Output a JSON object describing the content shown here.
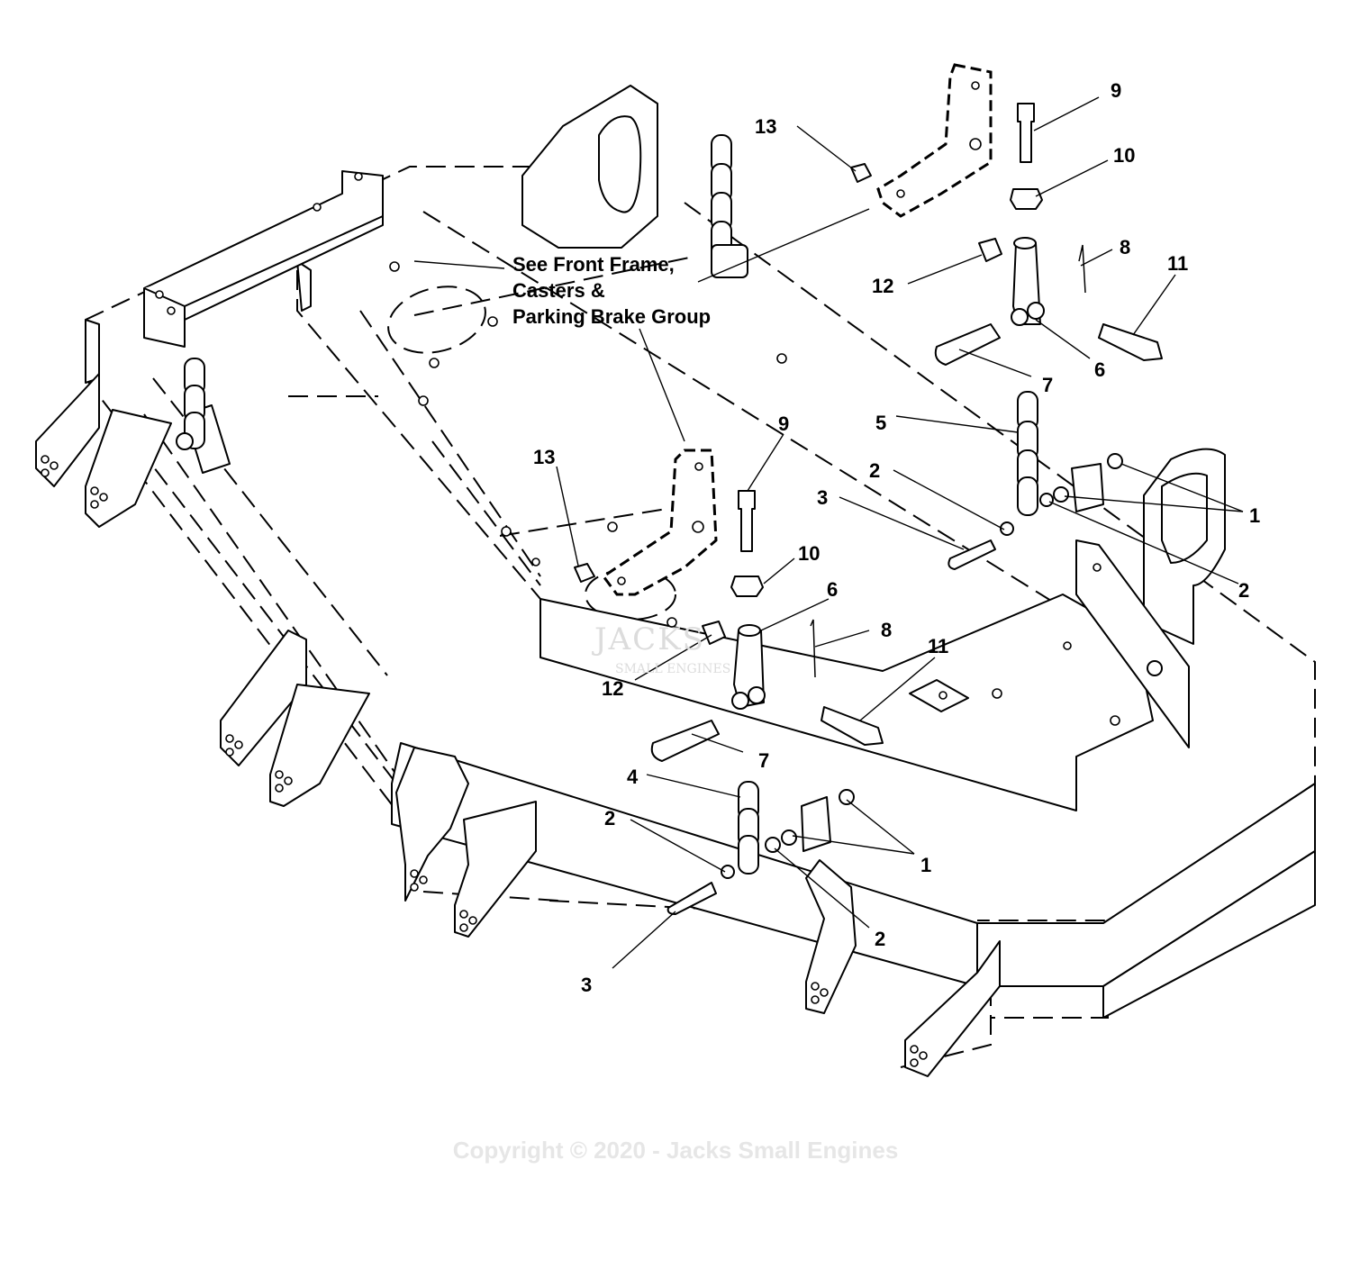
{
  "diagram": {
    "note": {
      "lines": [
        "See Front Frame,",
        "Casters &",
        "Parking Brake Group"
      ]
    },
    "callouts": [
      {
        "id": "c9a",
        "text": "9"
      },
      {
        "id": "c10a",
        "text": "10"
      },
      {
        "id": "c13a",
        "text": "13"
      },
      {
        "id": "c8a",
        "text": "8"
      },
      {
        "id": "c11a",
        "text": "11"
      },
      {
        "id": "c12a",
        "text": "12"
      },
      {
        "id": "c7a",
        "text": "7"
      },
      {
        "id": "c6a",
        "text": "6"
      },
      {
        "id": "c5",
        "text": "5"
      },
      {
        "id": "c9b",
        "text": "9"
      },
      {
        "id": "c2a",
        "text": "2"
      },
      {
        "id": "c3a",
        "text": "3"
      },
      {
        "id": "c1a",
        "text": "1"
      },
      {
        "id": "c2b",
        "text": "2"
      },
      {
        "id": "c13b",
        "text": "13"
      },
      {
        "id": "c10b",
        "text": "10"
      },
      {
        "id": "c6b",
        "text": "6"
      },
      {
        "id": "c8b",
        "text": "8"
      },
      {
        "id": "c11b",
        "text": "11"
      },
      {
        "id": "c12b",
        "text": "12"
      },
      {
        "id": "c7b",
        "text": "7"
      },
      {
        "id": "c4",
        "text": "4"
      },
      {
        "id": "c2c",
        "text": "2"
      },
      {
        "id": "c1b",
        "text": "1"
      },
      {
        "id": "c2d",
        "text": "2"
      },
      {
        "id": "c3b",
        "text": "3"
      }
    ]
  },
  "watermark": {
    "logo": "JACKS",
    "sub": "SMALL ENGINES"
  },
  "footer": {
    "copyright": "Copyright © 2020 - Jacks Small Engines"
  }
}
